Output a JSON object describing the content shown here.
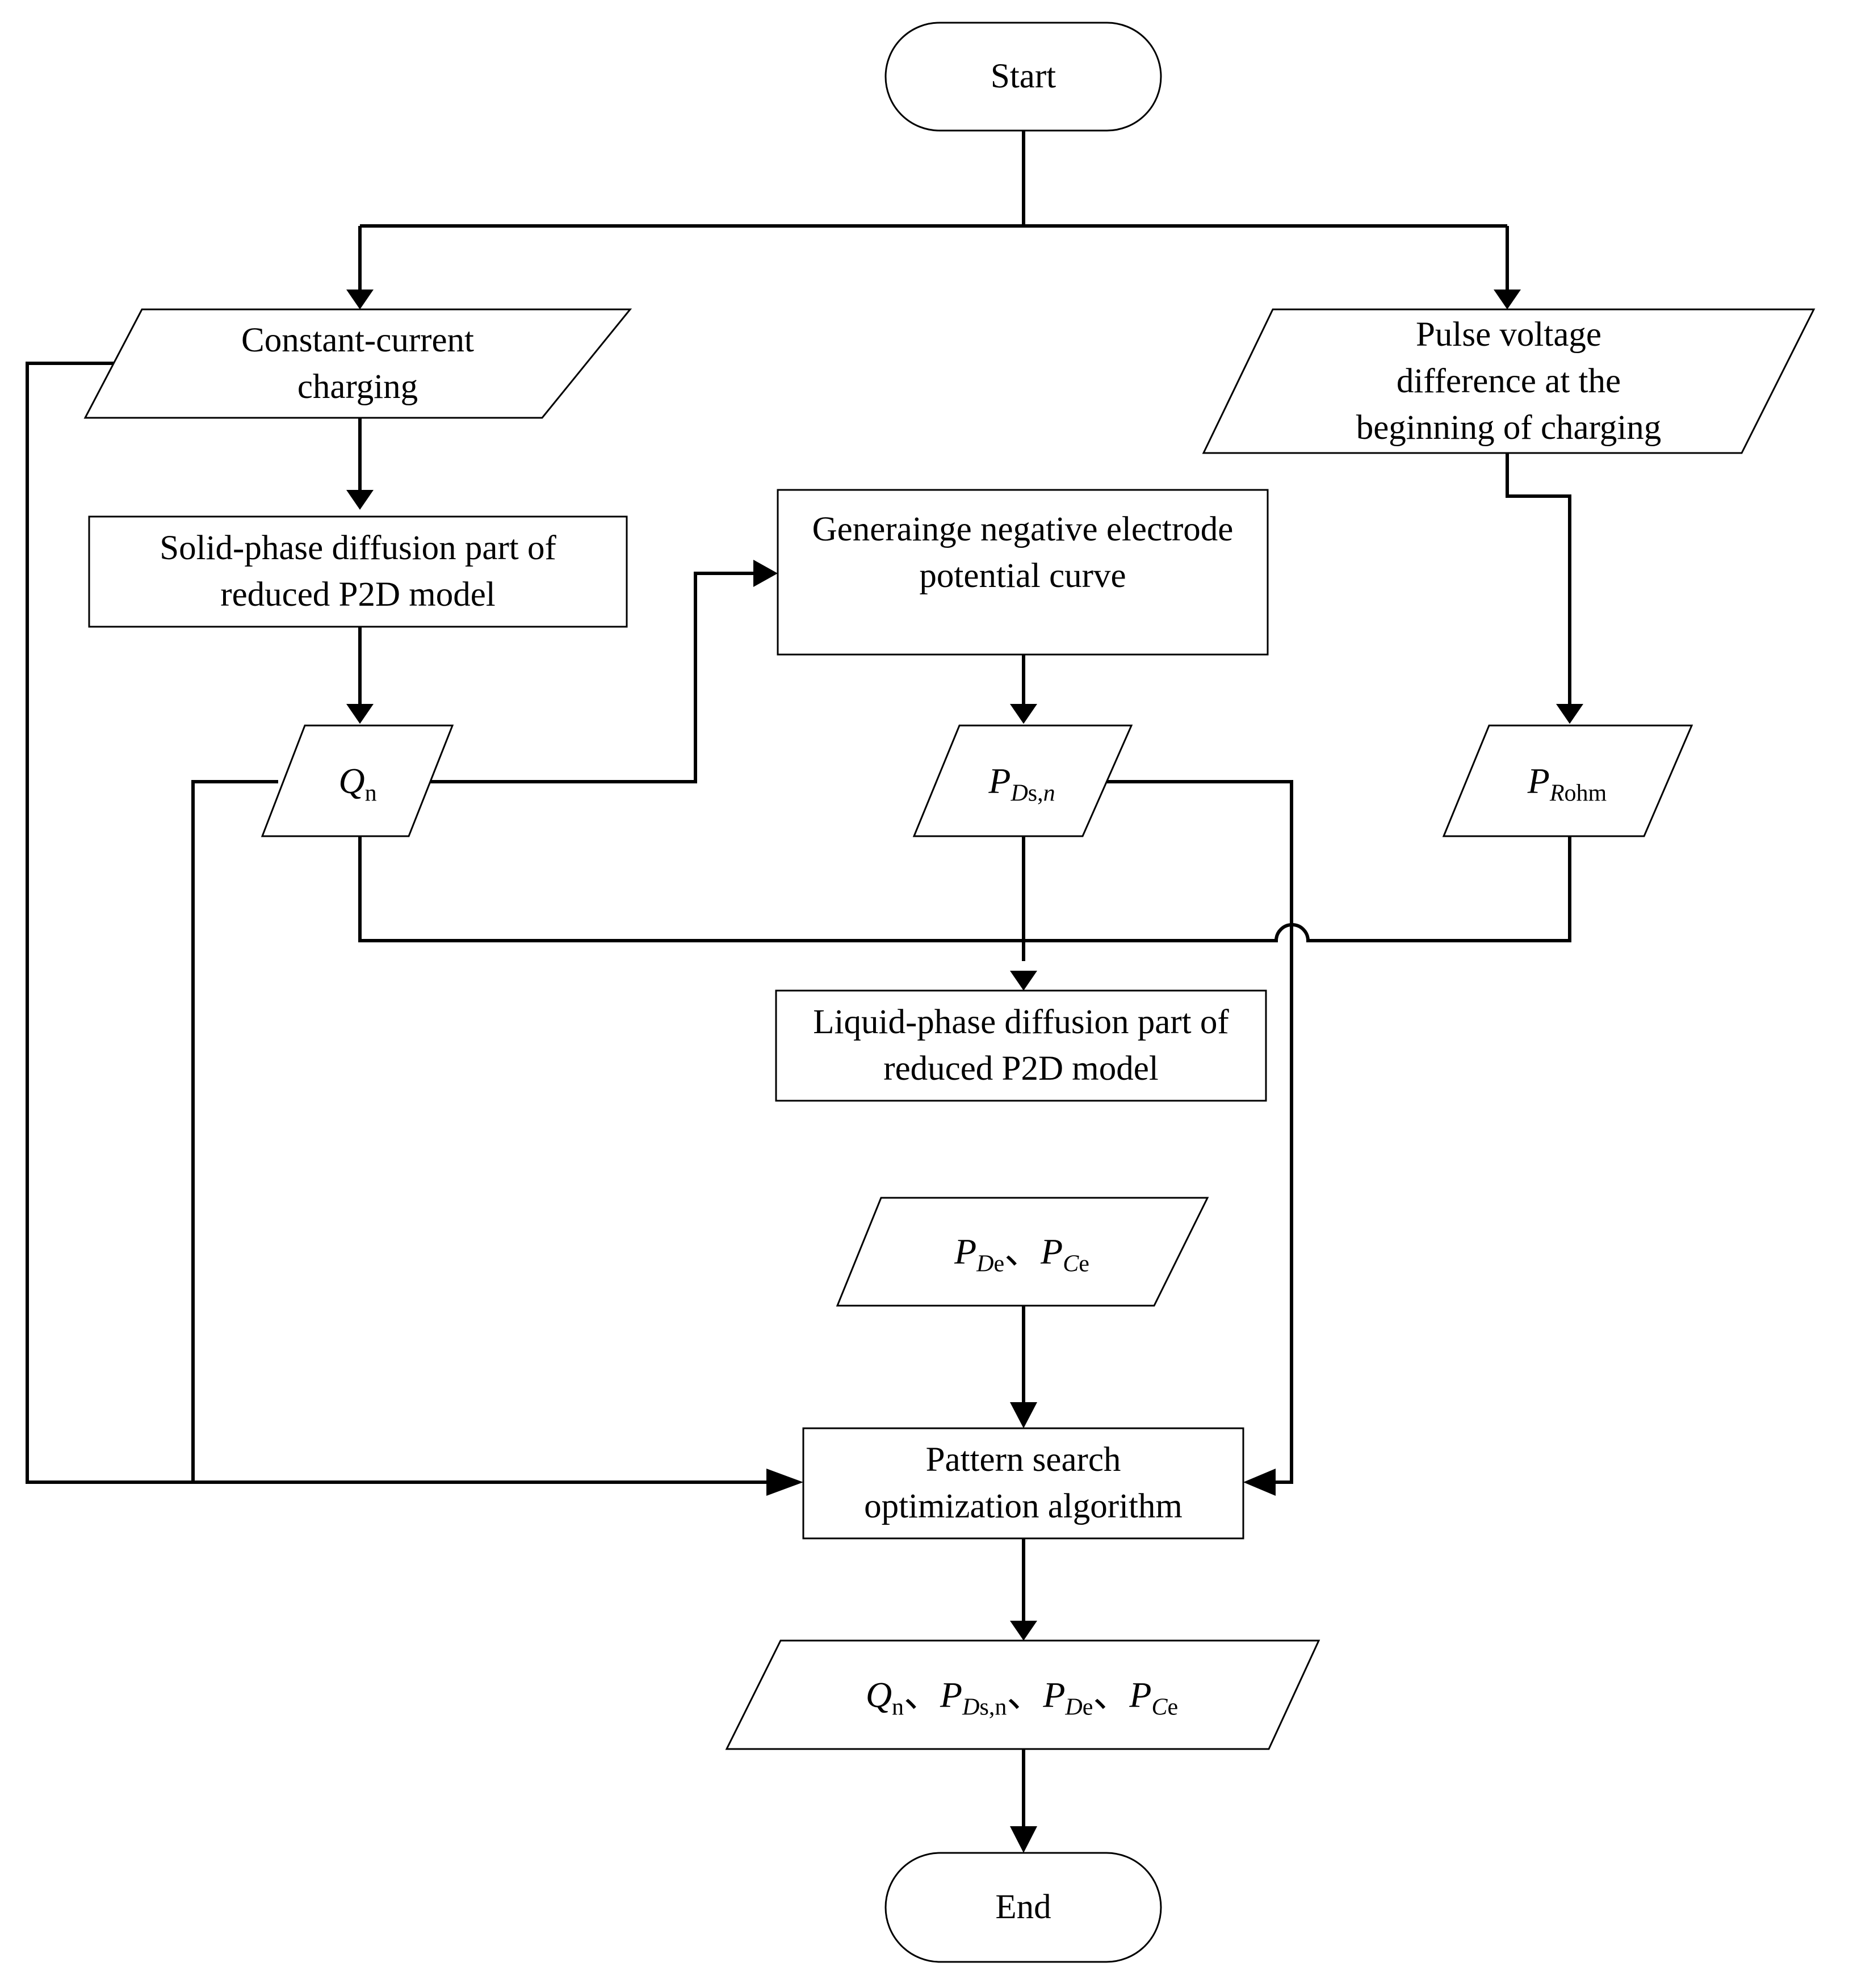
{
  "diagram": {
    "nodes": {
      "start": {
        "lines": [
          "Start"
        ]
      },
      "cc_charging": {
        "lines": [
          "Constant-current",
          "charging"
        ]
      },
      "pulse_voltage": {
        "lines": [
          "Pulse voltage",
          "difference at the",
          "beginning of charging"
        ]
      },
      "solid_phase": {
        "lines": [
          "Solid-phase diffusion part of",
          "reduced P2D model"
        ]
      },
      "neg_potential": {
        "lines": [
          "Generainge negative electrode",
          "potential curve"
        ]
      },
      "liquid_phase": {
        "lines": [
          "Liquid-phase diffusion part of",
          "reduced P2D model"
        ]
      },
      "pattern_search": {
        "lines": [
          "Pattern search",
          "optimization algorithm"
        ]
      },
      "end": {
        "lines": [
          "End"
        ]
      }
    },
    "params": {
      "qn": {
        "main": "Q",
        "sub": "n"
      },
      "pds": {
        "main": "P",
        "sub_italic": "D",
        "sub": "s,",
        "sub_italic2": "n"
      },
      "prohm": {
        "main": "P",
        "sub_italic": "R",
        "sub": "ohm"
      },
      "pde_pce": {
        "items": [
          {
            "main": "P",
            "sub_italic": "D",
            "sub": "e"
          },
          {
            "main": "P",
            "sub_italic": "C",
            "sub": "e"
          }
        ],
        "sep": "、"
      },
      "result": {
        "items": [
          {
            "main": "Q",
            "sub": "n"
          },
          {
            "main": "P",
            "sub_italic": "D",
            "sub": "s,n"
          },
          {
            "main": "P",
            "sub_italic": "D",
            "sub": "e"
          },
          {
            "main": "P",
            "sub_italic": "C",
            "sub": "e"
          }
        ],
        "sep": "、"
      }
    }
  }
}
